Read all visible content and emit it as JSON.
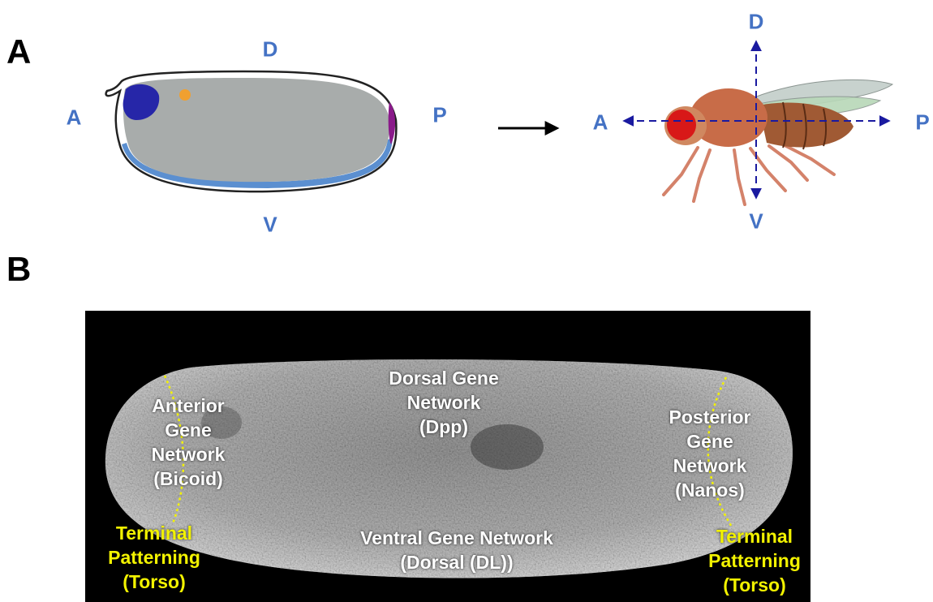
{
  "panel_a": {
    "letter": "A",
    "embryo_axes": {
      "dorsal": "D",
      "ventral": "V",
      "anterior": "A",
      "posterior": "P"
    },
    "fly_axes": {
      "dorsal": "D",
      "ventral": "V",
      "anterior": "A",
      "posterior": "P"
    }
  },
  "panel_b": {
    "letter": "B",
    "labels": {
      "anterior": [
        "Anterior",
        "Gene",
        "Network",
        "(Bicoid)"
      ],
      "dorsal": [
        "Dorsal Gene",
        "Network",
        "(Dpp)"
      ],
      "posterior": [
        "Posterior",
        "Gene",
        "Network",
        "(Nanos)"
      ],
      "ventral": [
        "Ventral Gene Network",
        "(Dorsal (DL))"
      ],
      "terminal_left": [
        "Terminal",
        "Patterning",
        "(Torso)"
      ],
      "terminal_right": [
        "Terminal",
        "Patterning",
        "(Torso)"
      ]
    }
  },
  "colors": {
    "axis_label": "#4472c4",
    "label_white": "#ffffff",
    "label_yellow": "#f2f200",
    "anterior_pole": "#2626a8",
    "posterior_pole": "#8a1a8a",
    "ventral_band": "#5b8fd0",
    "axis_arrow": "#1a1aa0"
  }
}
